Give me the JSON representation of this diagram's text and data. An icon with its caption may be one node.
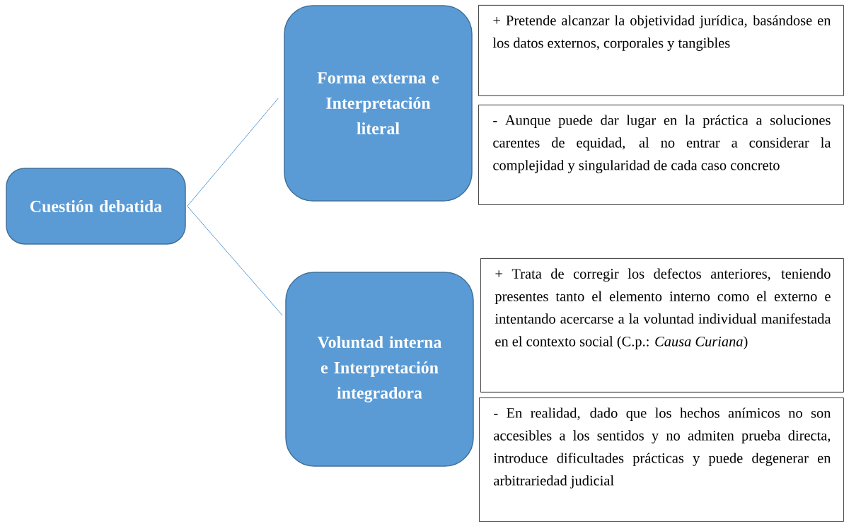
{
  "diagram": {
    "nodes": [
      {
        "text": [
          "Cuestión debatida"
        ]
      },
      {
        "text": [
          "Forma externa e Interpretación literal"
        ]
      },
      {
        "text": [
          "+ Pretende alcanzar la objetividad jurídica, basándose en los datos externos, corporales y tangibles"
        ]
      },
      {
        "text": [
          "- Aunque puede dar lugar en la práctica a soluciones carentes de equidad, al no entrar a considerar la complejidad y singularidad de cada caso concreto"
        ]
      },
      {
        "text": [
          "Voluntad interna e Interpretación integradora"
        ]
      },
      {
        "text": [
          "+ Trata de corregir los defectos anteriores, teniendo presentes tanto el elemento interno como el externo e intentando acercarse a la voluntad individual manifestada en el contexto social (C.p.: *Causa Curiana*)"
        ]
      },
      {
        "text": [
          "- En realidad, dado que los hechos anímicos no son accesibles a los sentidos y no admiten prueba directa, introduce dificultades prácticas y puede degenerar en arbitrariedad judicial"
        ]
      }
    ],
    "edges": [
      {
        "from": 0,
        "to": 1,
        "arrow": "none"
      },
      {
        "from": 0,
        "to": 4,
        "arrow": "none"
      }
    ]
  }
}
